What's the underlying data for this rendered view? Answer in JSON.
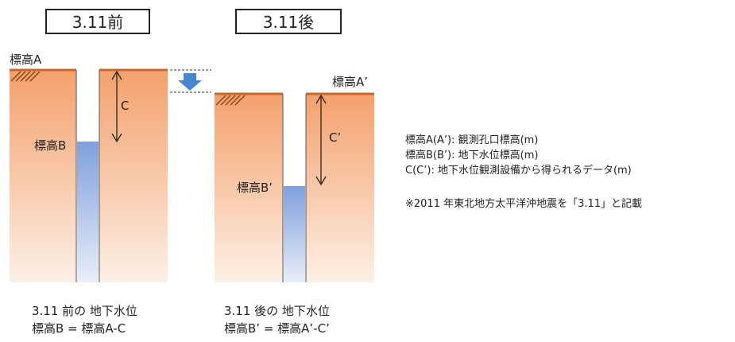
{
  "before": {
    "title": "3.11前",
    "label_a": "標高A",
    "label_b": "標高B",
    "label_c": "C",
    "caption_line1": "3.11 前の 地下水位",
    "caption_line2": "標高B = 標高A-C"
  },
  "after": {
    "title": "3.11後",
    "label_a": "標高A’",
    "label_b": "標高B’",
    "label_c": "C’",
    "caption_line1": "3.11 後の 地下水位",
    "caption_line2": "標高B’ = 標高A’-C’"
  },
  "legend": {
    "line1": "標高A(A’): 観測孔口標高(m)",
    "line2": "標高B(B’): 地下水位標高(m)",
    "line3": "C(C’): 地下水位観測設備から得られるデータ(m)",
    "note": "※2011 年東北地方太平洋沖地震を「3.11」と記載"
  },
  "colors": {
    "ground_top": "#f4a06c",
    "ground_bottom": "#fdf0e6",
    "ground_surface": "#c8682e",
    "water_top": "#7f9fdc",
    "water_bottom": "#e9eef9",
    "subsidence_arrow": "#4a86d0"
  },
  "icons": {
    "subsidence": "down-arrow-icon",
    "ground_hatch": "ground-hatch-icon"
  }
}
